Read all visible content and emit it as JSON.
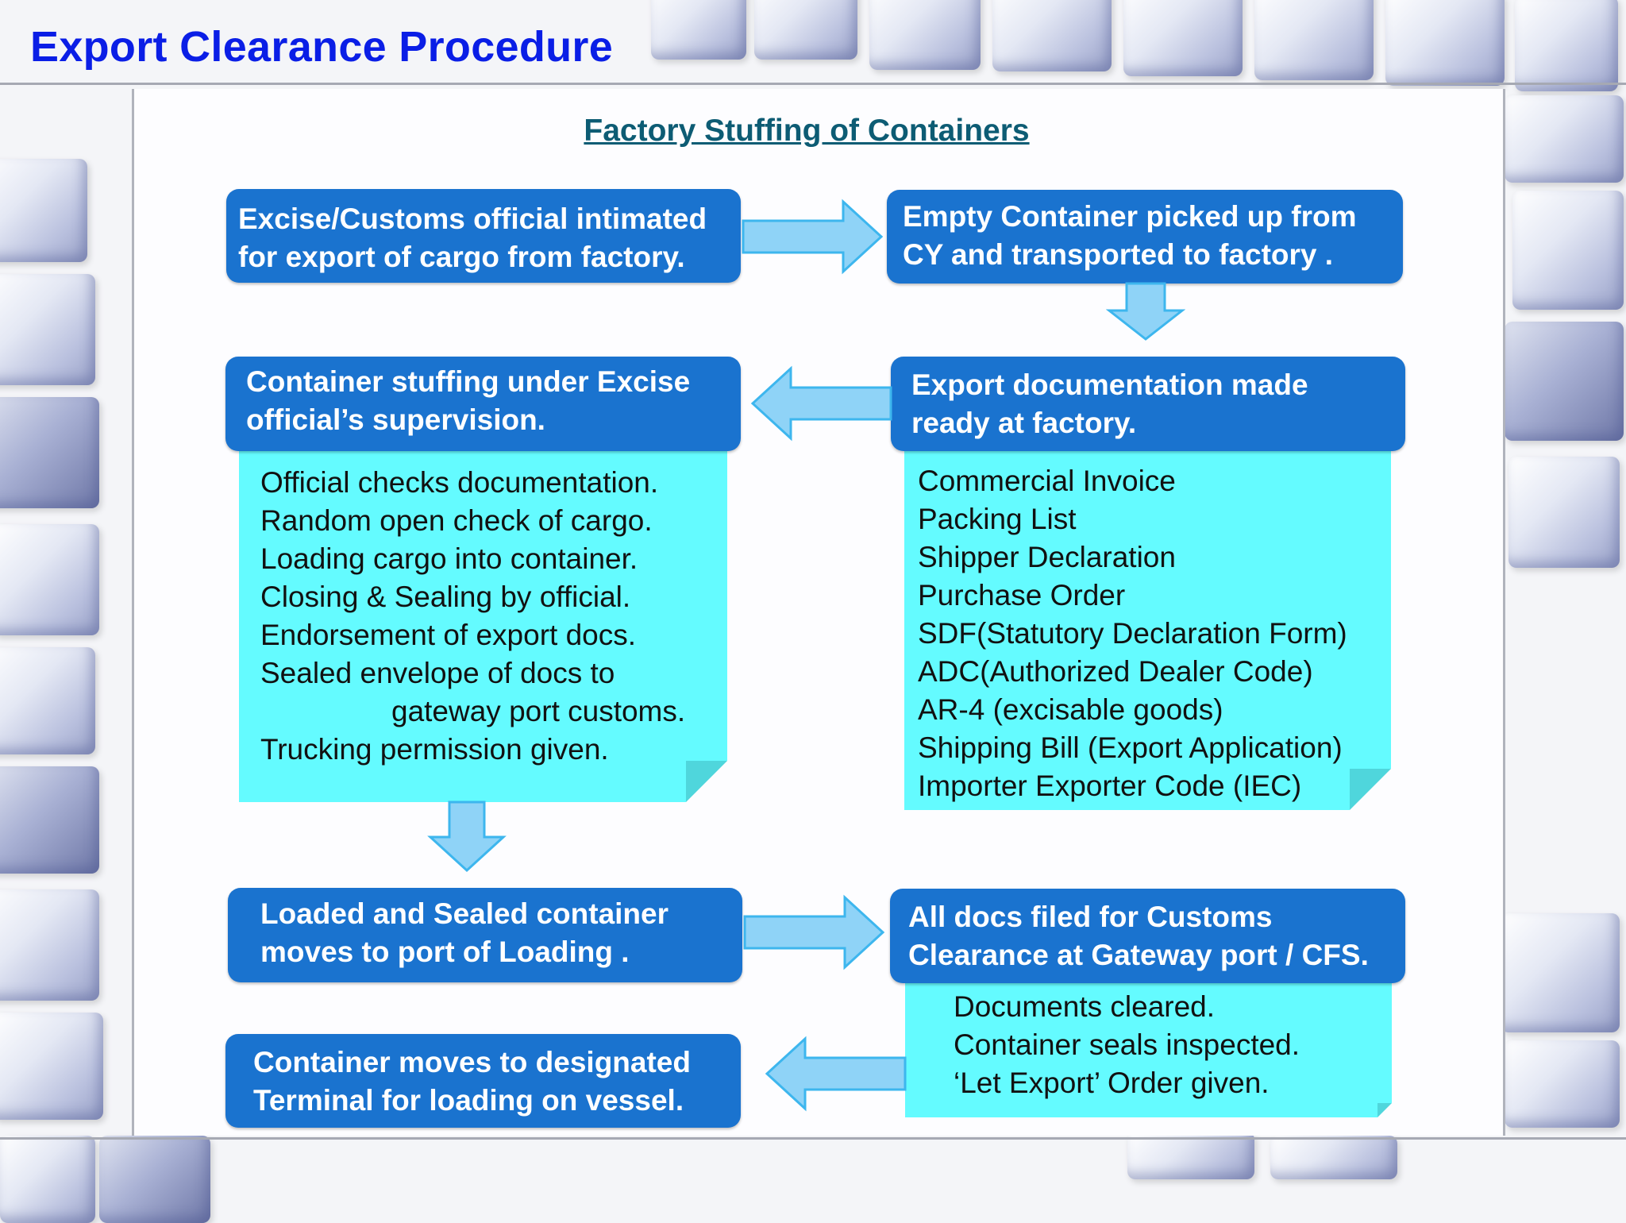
{
  "title": "Export Clearance Procedure",
  "subtitle": "Factory Stuffing of Containers",
  "colors": {
    "title": "#0a1ee6",
    "subtitle": "#0d5c74",
    "step_box": "#1a73cf",
    "note_box": "#64fbff",
    "arrow_fill": "#8fd3f7",
    "arrow_stroke": "#3db6ee"
  },
  "steps": {
    "s1": [
      "Excise/Customs official intimated",
      "for export of cargo from factory."
    ],
    "s2": [
      "Empty Container picked up from",
      "CY and transported to factory ."
    ],
    "s3": [
      "Export  documentation made",
      "ready at factory."
    ],
    "s4": [
      "Container stuffing under Excise",
      "official’s supervision."
    ],
    "s5": [
      "Loaded and Sealed container",
      "moves to port of Loading ."
    ],
    "s6": [
      "All docs filed  for Customs",
      "Clearance at Gateway port / CFS."
    ],
    "s7": [
      "Container moves to designated",
      "Terminal for loading on vessel."
    ]
  },
  "notes": {
    "stuffing": [
      "Official checks documentation.",
      "Random open check of cargo.",
      "Loading cargo into container.",
      "Closing & Sealing by official.",
      "Endorsement of export docs.",
      "Sealed envelope of docs to",
      "gateway port customs.",
      "Trucking permission given."
    ],
    "documents": [
      "Commercial Invoice",
      "Packing List",
      "Shipper Declaration",
      "Purchase Order",
      "SDF(Statutory Declaration Form)",
      "ADC(Authorized Dealer Code)",
      "AR-4 (excisable goods)",
      "Shipping Bill (Export Application)",
      "Importer Exporter Code (IEC)"
    ],
    "clearance": [
      "Documents cleared.",
      "Container seals inspected.",
      "‘Let Export’ Order given."
    ]
  }
}
